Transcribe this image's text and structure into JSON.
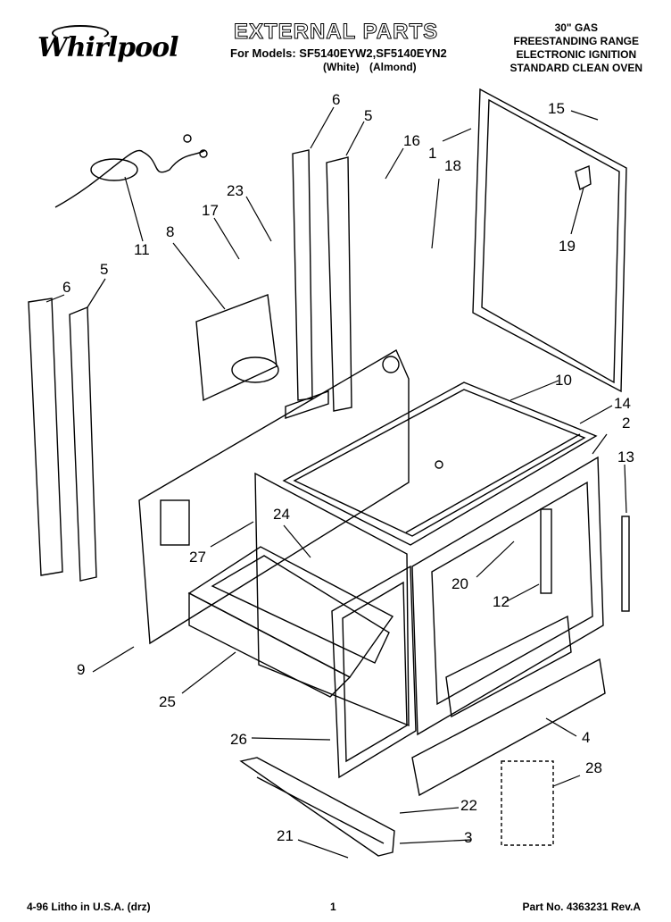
{
  "brand": "Whirlpool",
  "header": {
    "title": "EXTERNAL PARTS",
    "models_line": "For Models: SF5140EYW2,SF5140EYN2",
    "variants": [
      "(White)",
      "(Almond)"
    ]
  },
  "spec": {
    "line1": "30\" GAS",
    "line2": "FREESTANDING RANGE",
    "line3": "ELECTRONIC IGNITION",
    "line4": "STANDARD CLEAN OVEN"
  },
  "callouts": [
    "1",
    "2",
    "3",
    "4",
    "5",
    "5",
    "6",
    "6",
    "8",
    "9",
    "10",
    "11",
    "12",
    "13",
    "14",
    "15",
    "16",
    "17",
    "18",
    "19",
    "20",
    "21",
    "22",
    "23",
    "24",
    "25",
    "26",
    "27",
    "28"
  ],
  "footer": {
    "left": "4-96 Litho in U.S.A. (drz)",
    "center": "1",
    "right": "Part No. 4363231 Rev.A"
  }
}
